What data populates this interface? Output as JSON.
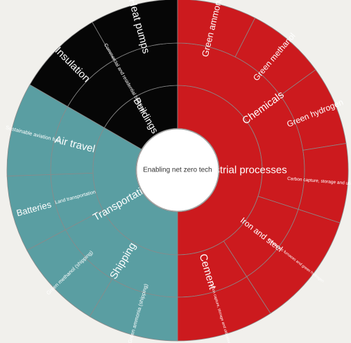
{
  "title": "Enabling net zero tech",
  "colors": {
    "buildings": "#060606",
    "industrial": "#cc1a1e",
    "transportation": "#5a9ea2",
    "center": "#ffffff"
  },
  "sectors": [
    {
      "id": "buildings",
      "label": "Buildings",
      "color": "buildings",
      "groups": [
        {
          "label": "Commercial and residential buildings",
          "leaves": [
            "Insulation",
            "Heat pumps"
          ]
        }
      ]
    },
    {
      "id": "industrial",
      "label": "Industrial processes",
      "color": "industrial",
      "groups": [
        {
          "label": "Chemicals",
          "leaves": [
            "Green ammonia",
            "Green methanol",
            "Green hydrogen",
            "Carbon capture, storage and utilisation"
          ]
        },
        {
          "label": "Iron and steel",
          "leaves": [
            "Electric arc furnaces and green hydrogen"
          ]
        },
        {
          "label": "Cement",
          "leaves": [
            "Carbon capture, storage and utilisation"
          ]
        }
      ]
    },
    {
      "id": "transportation",
      "label": "Transportation",
      "color": "transportation",
      "groups": [
        {
          "label": "Shipping",
          "leaves": [
            "Green ammonia (shipping)",
            "Green methanol (shipping)"
          ]
        },
        {
          "label": "Land transportation",
          "leaves": [
            "Batteries"
          ]
        },
        {
          "label": "Air travel",
          "leaves": [
            "Sustainable aviation fuel"
          ]
        }
      ]
    }
  ]
}
